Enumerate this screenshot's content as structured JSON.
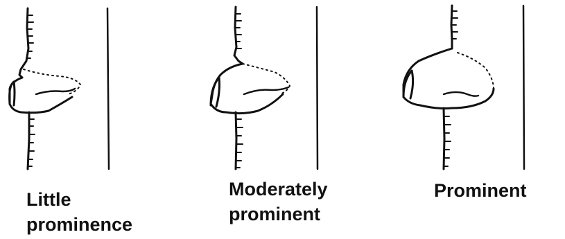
{
  "panels": [
    {
      "label_lines": [
        "Little",
        "prominence"
      ]
    },
    {
      "label_lines": [
        "Moderately",
        "prominent"
      ]
    },
    {
      "label_lines": [
        "Prominent"
      ]
    }
  ],
  "colors": {
    "ink": "#111111",
    "background": "#ffffff"
  }
}
